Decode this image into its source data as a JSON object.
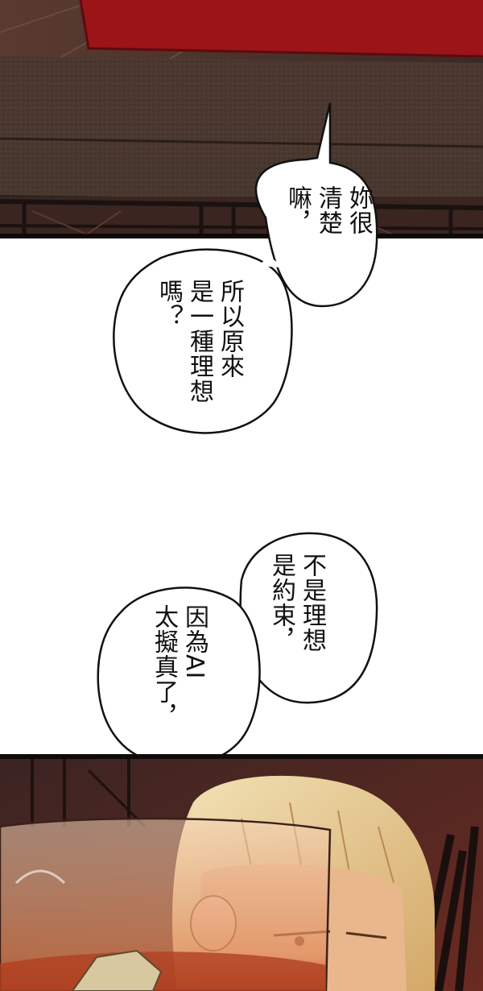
{
  "bubbles": {
    "b1": "妳很\n清楚\n嘛，",
    "b2": "所以原來\n是一種理想\n嗎？",
    "b3": "不是理想\n是約束，",
    "b4": "因為AI\n太擬真了，"
  }
}
